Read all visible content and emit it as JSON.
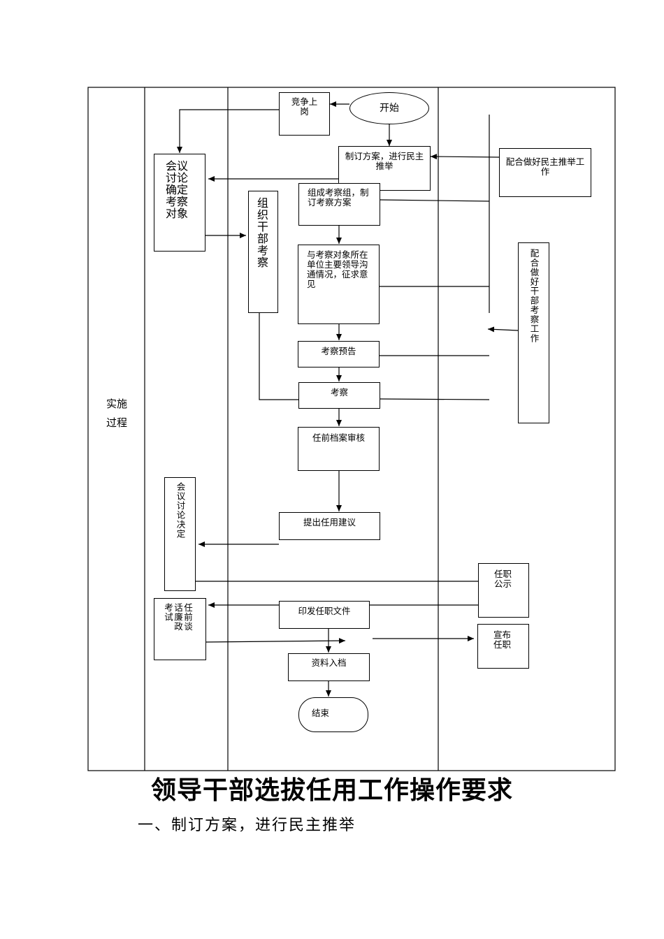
{
  "lane_label": "实施过程",
  "nodes": {
    "start": "开始",
    "compete": "竞争上岗",
    "plan": "制订方案，进行民主推举",
    "cooperate_recommend": "配合做好民主推举工作",
    "meeting_decide_objects": "会议讨论确定考察对象",
    "org_inspection": "组织干部考察",
    "form_team": "组成考察组，制订考察方案",
    "communicate": "与考察对象所在单位主要领导沟通情况，征求意见",
    "cooperate_inspection": "配合做好干部考察工作",
    "notice": "考察预告",
    "inspect": "考察",
    "archive_review": "任前档案审核",
    "propose": "提出任用建议",
    "meeting_decision": "会议讨论决定",
    "publicity": "任职公示",
    "pre_talk": "任前谈话廉政考试",
    "issue_doc": "印发任职文件",
    "announce": "宣布任职",
    "archive": "资料入档",
    "end": "结束"
  },
  "title": "领导干部选拔任用工作操作要求",
  "section_1": "一、制订方案，进行民主推举"
}
